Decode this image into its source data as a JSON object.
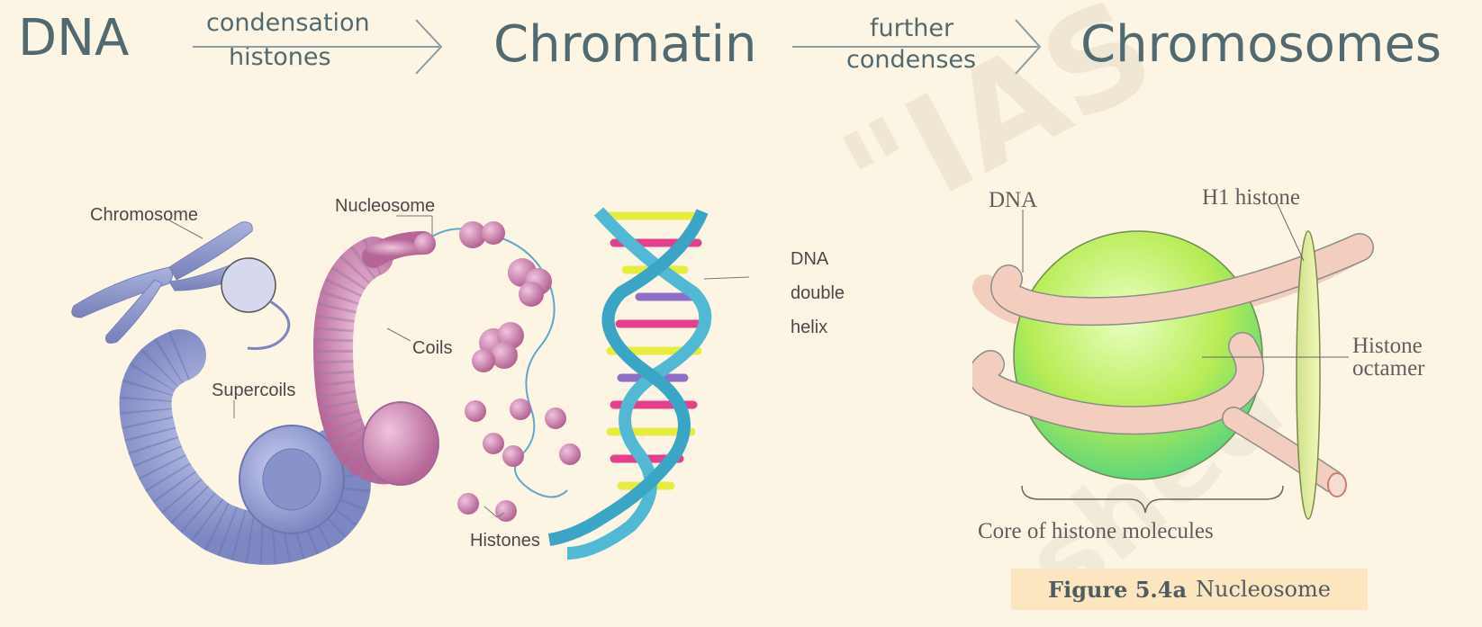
{
  "flow": {
    "step1": "DNA",
    "arrow1_top": "condensation",
    "arrow1_bottom": "histones",
    "step2": "Chromatin",
    "arrow2_top": "further",
    "arrow2_bottom": "condenses",
    "step3": "Chromosomes"
  },
  "left_diagram": {
    "chromosome": "Chromosome",
    "nucleosome": "Nucleosome",
    "coils": "Coils",
    "supercoils": "Supercoils",
    "histones": "Histones",
    "dna_line1": "DNA",
    "dna_line2": "double",
    "dna_line3": "helix"
  },
  "right_diagram": {
    "dna": "DNA",
    "h1_histone": "H1 histone",
    "octamer_line1": "Histone",
    "octamer_line2": "octamer",
    "core": "Core of histone molecules"
  },
  "caption": {
    "figure": "Figure  5.4a",
    "title": "Nucleosome"
  },
  "colors": {
    "background": "#fdf5e3",
    "flow_text": "#516a71",
    "supercoil": "#8e98cc",
    "bead": "#c27da6",
    "octamer": "#b7ec55",
    "dna_tube": "#f3cdbd",
    "h1": "#e4f091"
  }
}
